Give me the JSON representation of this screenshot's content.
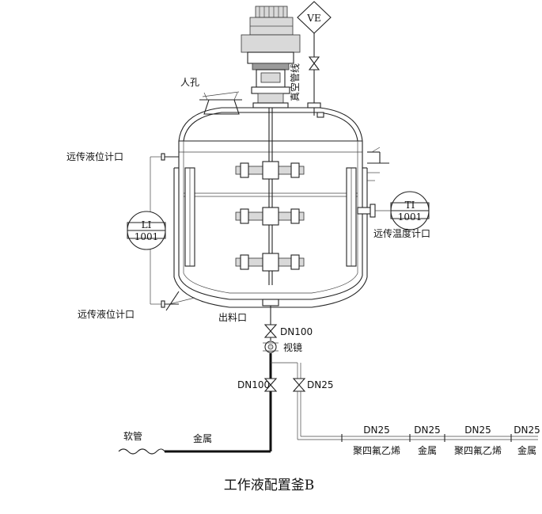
{
  "title": "工作液配置釜B",
  "labels": {
    "manhole": "人孔",
    "vacuum_line": "真空管线",
    "level_port_top": "远传液位计口",
    "level_port_bottom": "远传液位计口",
    "temp_port": "远传温度计口",
    "outlet": "出料口",
    "sight_glass": "视镜",
    "hose": "软管",
    "metal": "金属"
  },
  "instruments": {
    "ve": "VE",
    "li_tag": "LI",
    "li_num": "1001",
    "ti_tag": "TI",
    "ti_num": "1001"
  },
  "valves": {
    "outlet_valve": "DN100",
    "line_valve": "DN100",
    "branch_valve": "DN25"
  },
  "pipe_segments": [
    {
      "size": "DN25",
      "material": "聚四氟乙烯"
    },
    {
      "size": "DN25",
      "material": "金属"
    },
    {
      "size": "DN25",
      "material": "聚四氟乙烯"
    },
    {
      "size": "DN25",
      "material": "金属"
    }
  ]
}
